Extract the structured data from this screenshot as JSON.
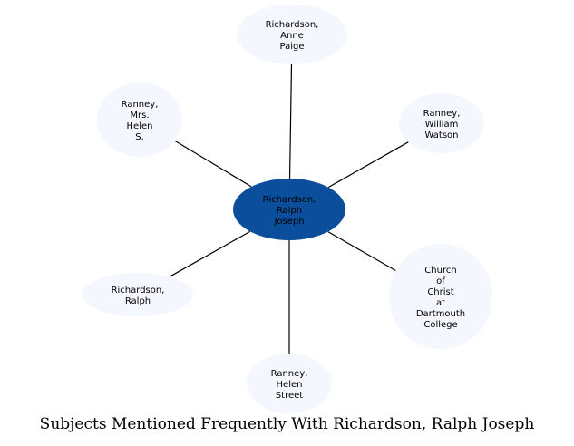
{
  "diagram": {
    "type": "network",
    "center": {
      "id": "center",
      "label": [
        "Richardson,",
        "Ralph",
        "Joseph"
      ],
      "fill": "#0b4f9c"
    },
    "nodes": [
      {
        "id": "richardson-anne-paige",
        "label": [
          "Richardson,",
          "Anne",
          "Paige"
        ],
        "fill": "#f4f8fe"
      },
      {
        "id": "ranney-william-watson",
        "label": [
          "Ranney,",
          "William",
          "Watson"
        ],
        "fill": "#f4f8fe"
      },
      {
        "id": "church-of-christ-dartmouth",
        "label": [
          "Church",
          "of",
          "Christ",
          "at",
          "Dartmouth",
          "College"
        ],
        "fill": "#f4f8fe"
      },
      {
        "id": "ranney-helen-street",
        "label": [
          "Ranney,",
          "Helen",
          "Street"
        ],
        "fill": "#f4f8fe"
      },
      {
        "id": "richardson-ralph",
        "label": [
          "Richardson,",
          "Ralph"
        ],
        "fill": "#f4f8fe"
      },
      {
        "id": "ranney-mrs-helen-s",
        "label": [
          "Ranney,",
          "Mrs.",
          "Helen",
          "S."
        ],
        "fill": "#f4f8fe"
      }
    ],
    "edge_color": "#000000"
  },
  "caption": "Subjects Mentioned Frequently With Richardson, Ralph Joseph"
}
